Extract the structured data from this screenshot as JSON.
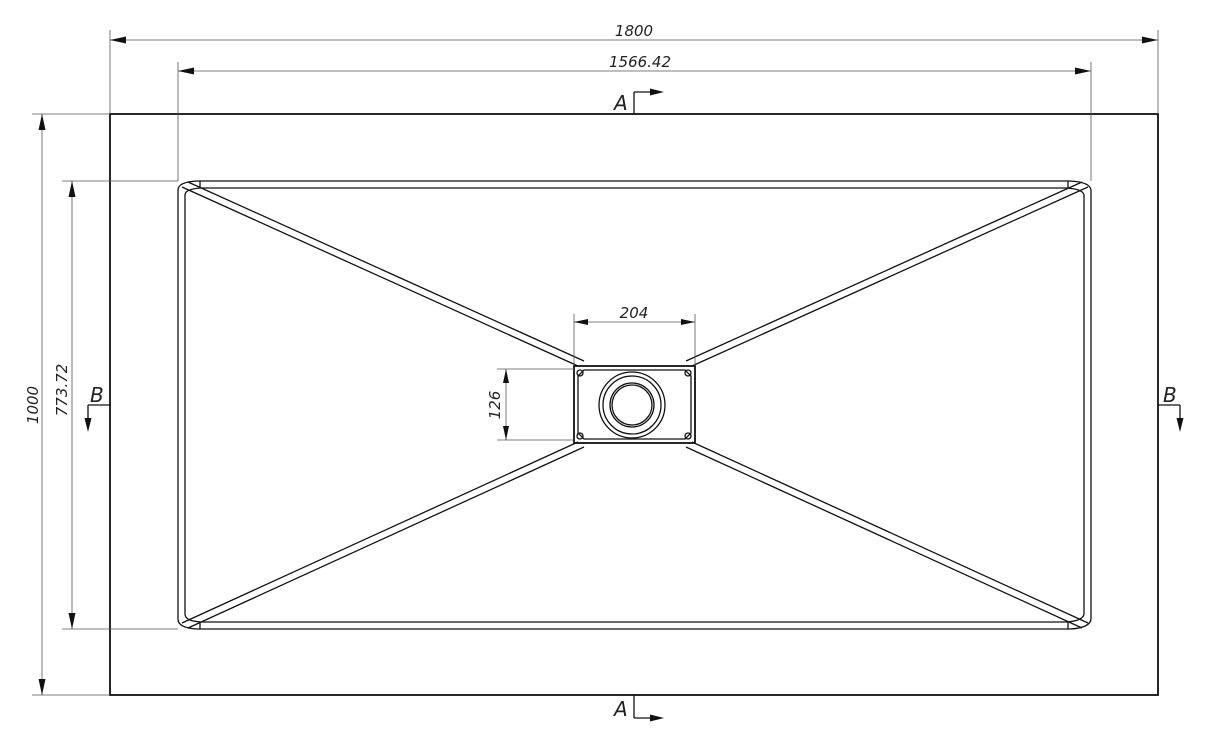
{
  "dimensions": {
    "overall_width": "1800",
    "inner_width": "1566.42",
    "overall_height": "1000",
    "inner_height": "773.72",
    "drain_width": "204",
    "drain_height": "126"
  },
  "section_labels": {
    "a_top": "A",
    "a_bottom": "A",
    "b_left": "B",
    "b_right": "B"
  },
  "colors": {
    "line": "#111111",
    "dimension_line": "#555555",
    "background": "#ffffff"
  }
}
